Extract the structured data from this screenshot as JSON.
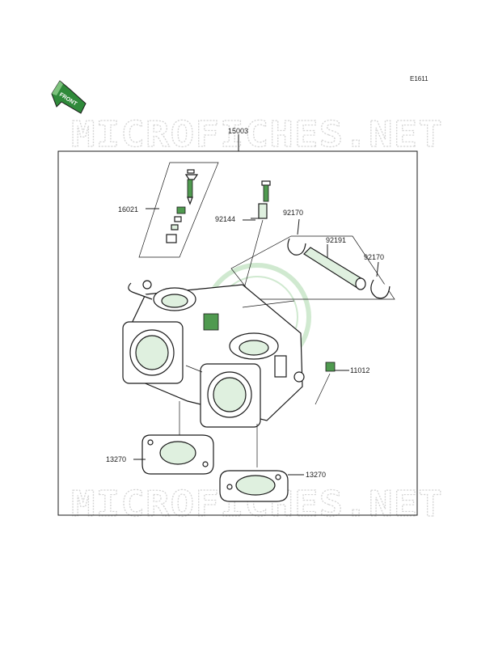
{
  "diagram_code": "E1611",
  "front_label": "FRONT",
  "watermarks": [
    "MICROFICHES.NET",
    "MICROFICHES.NET"
  ],
  "callouts": [
    {
      "id": "assembly",
      "number": "15003"
    },
    {
      "id": "screw-assy",
      "number": "16021"
    },
    {
      "id": "spring",
      "number": "92144"
    },
    {
      "id": "clamp-left",
      "number": "92170"
    },
    {
      "id": "hose",
      "number": "92191"
    },
    {
      "id": "clamp-right",
      "number": "92170"
    },
    {
      "id": "cap",
      "number": "11012"
    },
    {
      "id": "gasket-left",
      "number": "13270"
    },
    {
      "id": "gasket-right",
      "number": "13270"
    }
  ],
  "colors": {
    "accent": "#4f9a4f",
    "light_green": "#dff0df",
    "line": "#1a1a1a",
    "watermark": "#d4d4d4"
  }
}
